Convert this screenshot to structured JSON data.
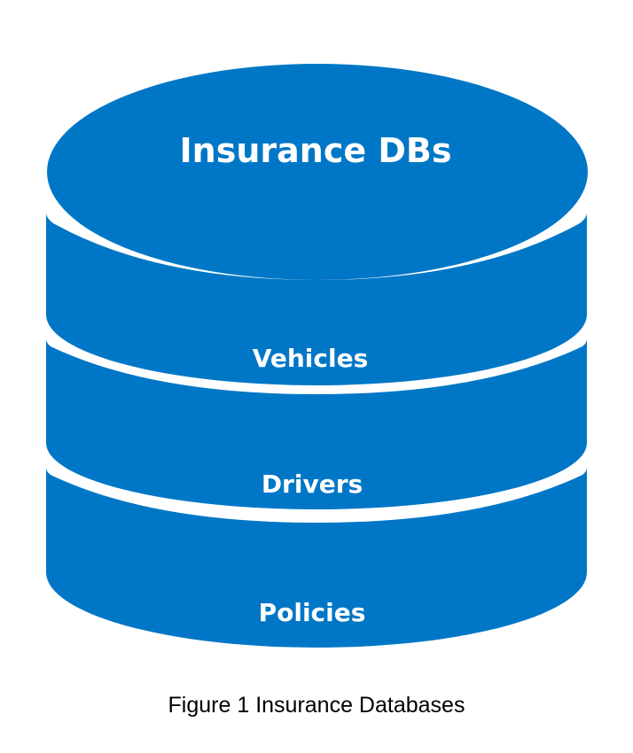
{
  "diagram": {
    "top_label": "Insurance DBs",
    "layers": [
      {
        "label": "Vehicles"
      },
      {
        "label": "Drivers"
      },
      {
        "label": "Policies"
      }
    ],
    "fill_color": "#0077c6",
    "background_color": "#ffffff"
  },
  "caption": "Figure 1 Insurance Databases"
}
